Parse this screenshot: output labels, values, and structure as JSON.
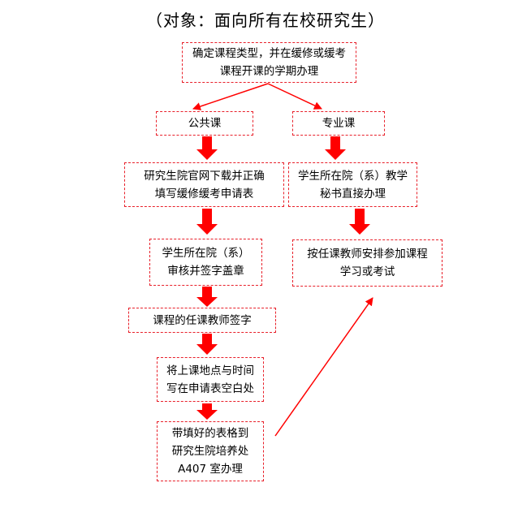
{
  "title": "（对象：面向所有在校研究生）",
  "nodes": {
    "decide": [
      "确定课程类型，并在缓修或缓考",
      "课程开课的学期办理"
    ],
    "public": [
      "公共课"
    ],
    "major": [
      "专业课"
    ],
    "download": [
      "研究生院官网下载并正确",
      "填写缓修缓考申请表"
    ],
    "major_office": [
      "学生所在院（系）教学",
      "秘书直接办理"
    ],
    "dept_review": [
      "学生所在院（系）",
      "审核并签字盖章"
    ],
    "teacher_arrange": [
      "按任课教师安排参加课程",
      "学习或考试"
    ],
    "teacher_sign": [
      "课程的任课教师签字"
    ],
    "fill_place": [
      "将上课地点与时间",
      "写在申请表空白处"
    ],
    "submit": [
      "带填好的表格到",
      "研究生院培养处",
      "A407 室办理"
    ]
  },
  "colors": {
    "accent": "#e8202a",
    "arrow_fill": "#ff0000"
  }
}
